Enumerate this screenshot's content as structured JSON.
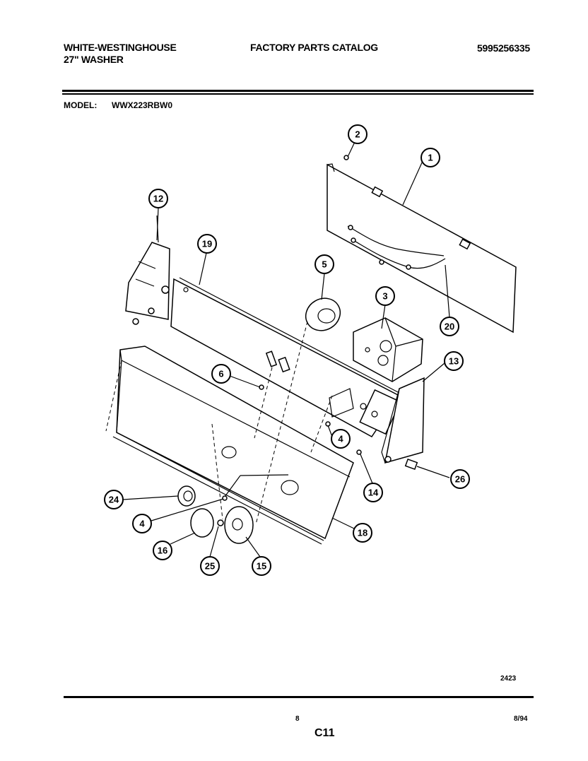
{
  "header": {
    "brand": "WHITE-WESTINGHOUSE",
    "product": "27\" WASHER",
    "catalog_title": "FACTORY PARTS CATALOG",
    "catalog_number": "5995256335",
    "model_label": "MODEL:",
    "model_number": "WWX223RBW0"
  },
  "diagram": {
    "callouts": [
      {
        "id": "c1",
        "label": "1"
      },
      {
        "id": "c2",
        "label": "2"
      },
      {
        "id": "c3",
        "label": "3"
      },
      {
        "id": "c4a",
        "label": "4"
      },
      {
        "id": "c4b",
        "label": "4"
      },
      {
        "id": "c5",
        "label": "5"
      },
      {
        "id": "c6",
        "label": "6"
      },
      {
        "id": "c12",
        "label": "12"
      },
      {
        "id": "c13",
        "label": "13"
      },
      {
        "id": "c14",
        "label": "14"
      },
      {
        "id": "c15",
        "label": "15"
      },
      {
        "id": "c16",
        "label": "16"
      },
      {
        "id": "c18",
        "label": "18"
      },
      {
        "id": "c19",
        "label": "19"
      },
      {
        "id": "c20",
        "label": "20"
      },
      {
        "id": "c24",
        "label": "24"
      },
      {
        "id": "c25",
        "label": "25"
      },
      {
        "id": "c26",
        "label": "26"
      }
    ]
  },
  "footer": {
    "figure_code": "2423",
    "page_number": "8",
    "section": "C11",
    "date": "8/94"
  }
}
